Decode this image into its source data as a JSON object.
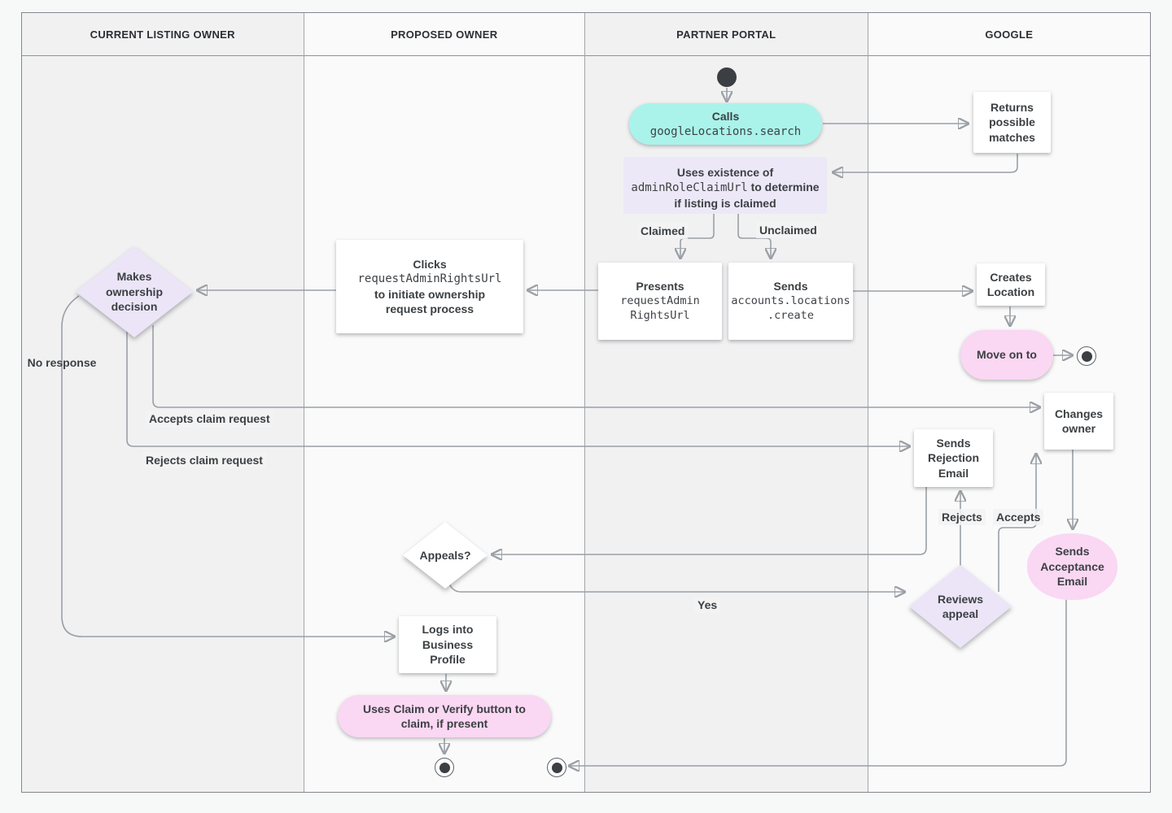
{
  "lanes": [
    {
      "label": "CURRENT LISTING OWNER"
    },
    {
      "label": "PROPOSED OWNER"
    },
    {
      "label": "PARTNER PORTAL"
    },
    {
      "label": "GOOGLE"
    }
  ],
  "nodes": {
    "calls": {
      "title": "Calls",
      "code": "googleLocations.search"
    },
    "returns_matches": {
      "label": "Returns possible matches"
    },
    "uses_existence": {
      "pre": "Uses existence of ",
      "code": "adminRoleClaimUrl",
      "post": " to determine if listing is claimed"
    },
    "presents": {
      "title": "Presents",
      "code_line1": "requestAdmin",
      "code_line2": "RightsUrl"
    },
    "sends_create": {
      "title": "Sends",
      "code_line1": "accounts.locations",
      "code_line2": ".create"
    },
    "clicks": {
      "title": "Clicks",
      "code": "requestAdminRightsUrl",
      "post": "to initiate ownership request process"
    },
    "makes_decision": {
      "label": "Makes ownership decision"
    },
    "creates_location": {
      "label": "Creates Location"
    },
    "move_on": {
      "label": "Move on to"
    },
    "changes_owner": {
      "label": "Changes owner"
    },
    "sends_rejection": {
      "label": "Sends Rejection Email"
    },
    "sends_acceptance": {
      "label": "Sends Acceptance Email"
    },
    "reviews_appeal": {
      "label": "Reviews appeal"
    },
    "appeals": {
      "label": "Appeals?"
    },
    "logs_in": {
      "label": "Logs into Business Profile"
    },
    "uses_claim": {
      "label": "Uses Claim or Verify button to claim, if present"
    }
  },
  "edge_labels": {
    "claimed": "Claimed",
    "unclaimed": "Unclaimed",
    "no_response": "No response",
    "accepts_claim": "Accepts claim request",
    "rejects_claim": "Rejects claim request",
    "rejects": "Rejects",
    "accepts": "Accepts",
    "yes": "Yes"
  },
  "colors": {
    "lane_dark": "#f1f1f2",
    "lane_light": "#fafafa",
    "teal": "#aaf3ea",
    "purple": "#ece8f8",
    "pink": "#fad7f3",
    "line": "#9aa0a6",
    "arrow": "#6b7075",
    "text": "#3c4043"
  }
}
